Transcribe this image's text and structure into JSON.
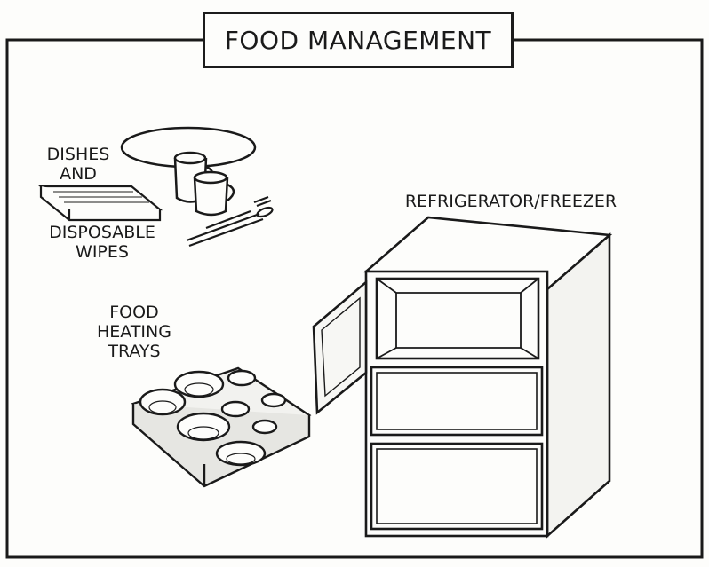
{
  "title": "FOOD MANAGEMENT",
  "labels": {
    "dishes_line1": "DISHES",
    "dishes_line2": "AND",
    "wipes_line1": "DISPOSABLE",
    "wipes_line2": "WIPES",
    "trays_line1": "FOOD",
    "trays_line2": "HEATING",
    "trays_line3": "TRAYS",
    "fridge": "REFRIGERATOR/FREEZER"
  },
  "colors": {
    "ink": "#1a1a1a",
    "paper": "#fdfdfb",
    "shade": "#e9e9e6"
  }
}
